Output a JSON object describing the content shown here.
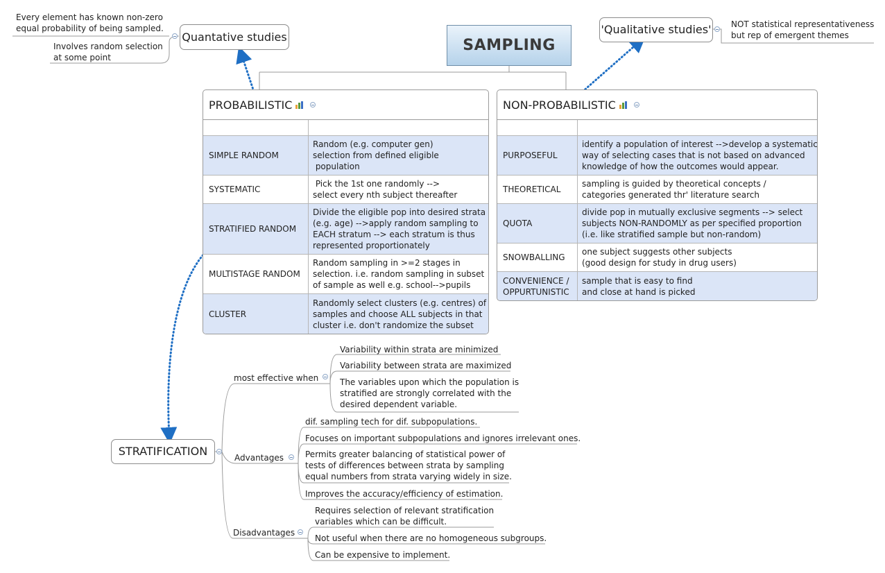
{
  "central": "SAMPLING",
  "quant": {
    "title": "Quantative studies",
    "notes": [
      "Every element has known non-zero\nequal probability of being sampled.",
      "Involves random selection\nat some point"
    ]
  },
  "qual": {
    "title": "'Qualitative studies'",
    "notes": [
      "NOT statistical representativeness\nbut rep of emergent themes"
    ]
  },
  "prob": {
    "title": "PROBABILISTIC",
    "rows": [
      {
        "name": "SIMPLE RANDOM",
        "desc": "Random (e.g. computer gen)\nselection from defined eligible\n population"
      },
      {
        "name": "SYSTEMATIC",
        "desc": " Pick the 1st one randomly -->\nselect every nth subject thereafter"
      },
      {
        "name": "STRATIFIED RANDOM",
        "desc": "Divide the eligible pop into desired strata\n(e.g. age) -->apply random sampling to\nEACH stratum --> each stratum is thus\nrepresented proportionately"
      },
      {
        "name": "MULTISTAGE RANDOM",
        "desc": "Random sampling in >=2 stages in\nselection. i.e. random sampling in subset\nof sample as well e.g. school-->pupils"
      },
      {
        "name": "CLUSTER",
        "desc": "Randomly select clusters (e.g. centres) of\nsamples and choose ALL subjects in that\ncluster i.e. don't randomize the subset"
      }
    ]
  },
  "nonprob": {
    "title": "NON-PROBABILISTIC",
    "rows": [
      {
        "name": "PURPOSEFUL",
        "desc": "identify a population of interest -->develop a systematic\nway of selecting cases that is not based on advanced\nknowledge of how the outcomes would appear."
      },
      {
        "name": "THEORETICAL",
        "desc": "sampling is guided by theoretical concepts /\ncategories generated thr' literature search"
      },
      {
        "name": "QUOTA",
        "desc": "divide pop in mutually exclusive segments --> select\nsubjects NON-RANDOMLY as per specified proportion\n(i.e. like stratified sample but non-random)"
      },
      {
        "name": "SNOWBALLING",
        "desc": "one subject suggests other subjects\n(good design for study in drug users)"
      },
      {
        "name": "CONVENIENCE /\nOPPURTUNISTIC",
        "desc": "sample that is easy to find\nand close at hand is picked"
      }
    ]
  },
  "strat": {
    "title": "STRATIFICATION",
    "branches": [
      {
        "label": "most effective when",
        "items": [
          "Variability within strata are minimized",
          "Variability between strata are maximized",
          "The variables upon which the population is\nstratified are strongly correlated with the\ndesired dependent variable."
        ]
      },
      {
        "label": "Advantages",
        "items": [
          "dif. sampling tech for dif. subpopulations.",
          "Focuses on important subpopulations and ignores irrelevant ones.",
          "Permits greater balancing of statistical power of\ntests of differences between strata by sampling\nequal numbers from strata varying widely in size.",
          "Improves the accuracy/efficiency of estimation."
        ]
      },
      {
        "label": "Disadvantages",
        "items": [
          "Requires selection of relevant stratification\nvariables which can be difficult.",
          "Not useful when there are no homogeneous subgroups.",
          "Can be expensive to implement."
        ]
      }
    ]
  },
  "colors": {
    "row_shade": "#dbe5f7",
    "dotted_arrow": "#1f6fc4",
    "central_top": "#eaf3fb",
    "central_bottom": "#b5d2ea"
  }
}
